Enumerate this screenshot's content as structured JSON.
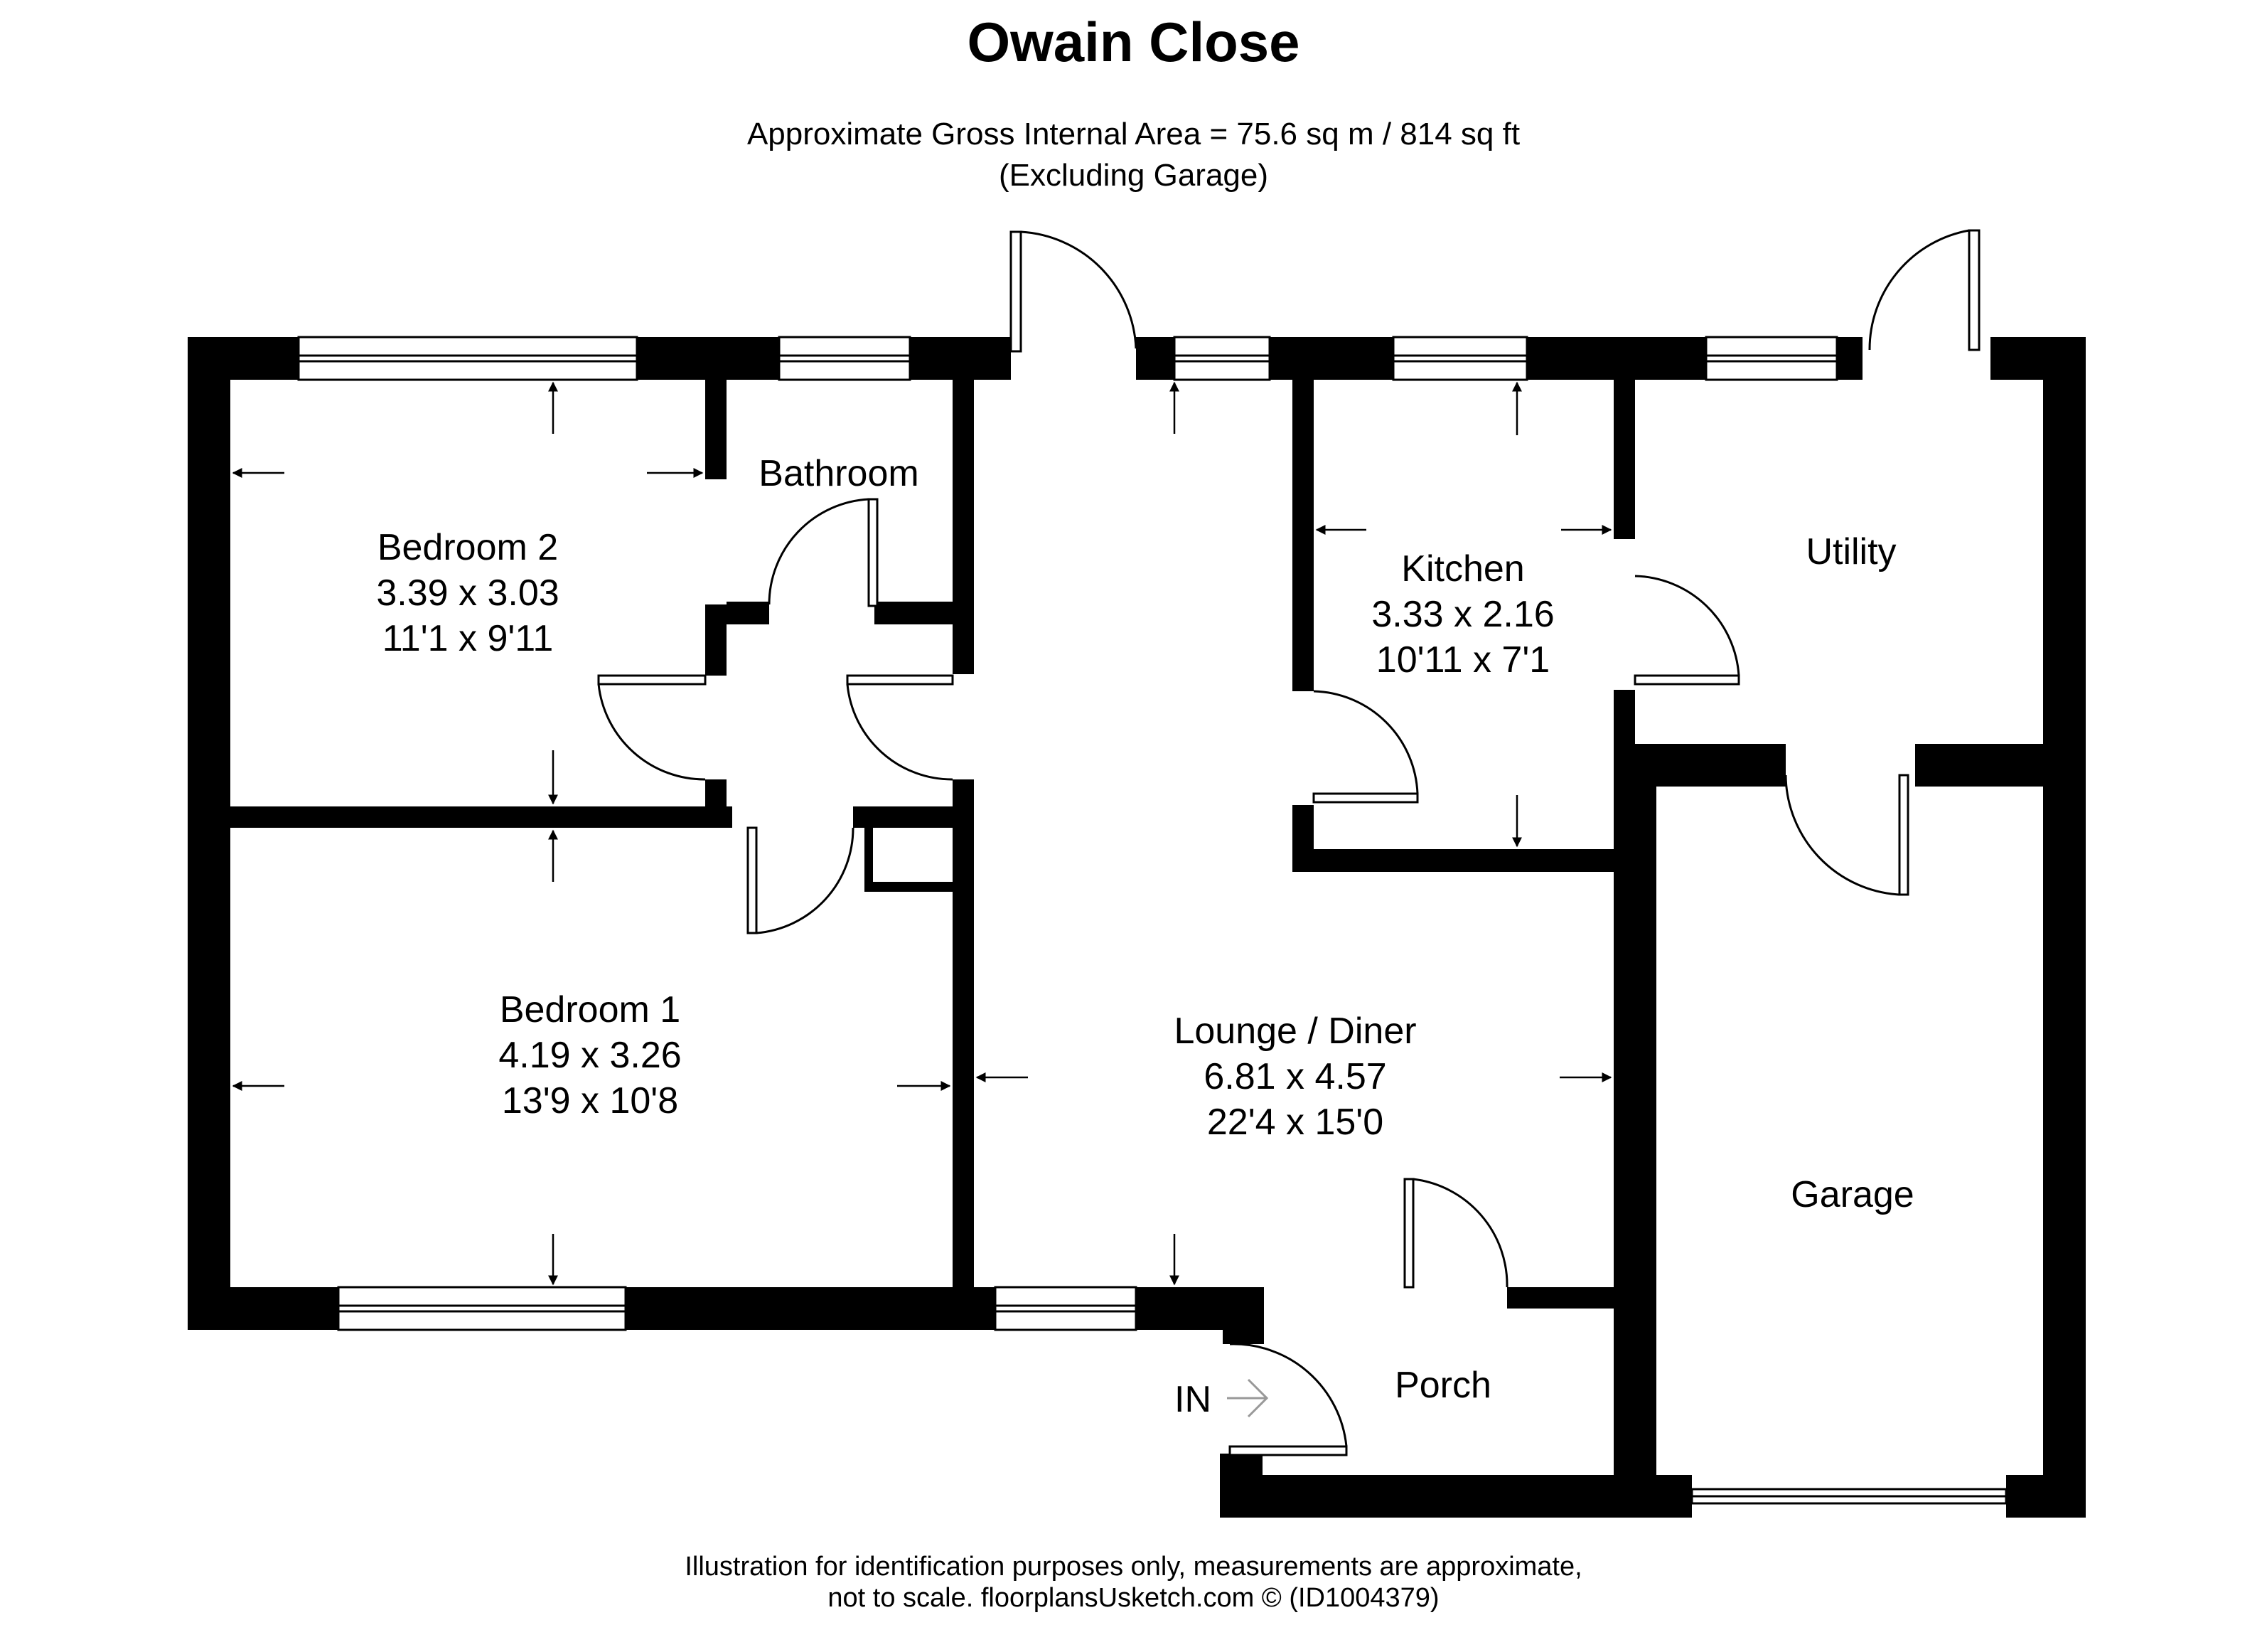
{
  "title": "Owain Close",
  "area": {
    "line1": "Approximate Gross Internal Area = 75.6 sq m / 814 sq ft",
    "line2": "(Excluding Garage)"
  },
  "rooms": {
    "bedroom2": {
      "name": "Bedroom 2",
      "metric": "3.39 x 3.03",
      "imperial": "11'1 x 9'11"
    },
    "bathroom": {
      "name": "Bathroom"
    },
    "kitchen": {
      "name": "Kitchen",
      "metric": "3.33 x 2.16",
      "imperial": "10'11 x 7'1"
    },
    "utility": {
      "name": "Utility"
    },
    "bedroom1": {
      "name": "Bedroom 1",
      "metric": "4.19 x 3.26",
      "imperial": "13'9 x 10'8"
    },
    "lounge": {
      "name": "Lounge / Diner",
      "metric": "6.81 x 4.57",
      "imperial": "22'4 x 15'0"
    },
    "garage": {
      "name": "Garage"
    },
    "porch": {
      "name": "Porch"
    }
  },
  "entrance": {
    "label": "IN"
  },
  "footer": {
    "line1": "Illustration for identification purposes only, measurements are approximate,",
    "line2": "not to scale. floorplansUsketch.com © (ID1004379)"
  }
}
